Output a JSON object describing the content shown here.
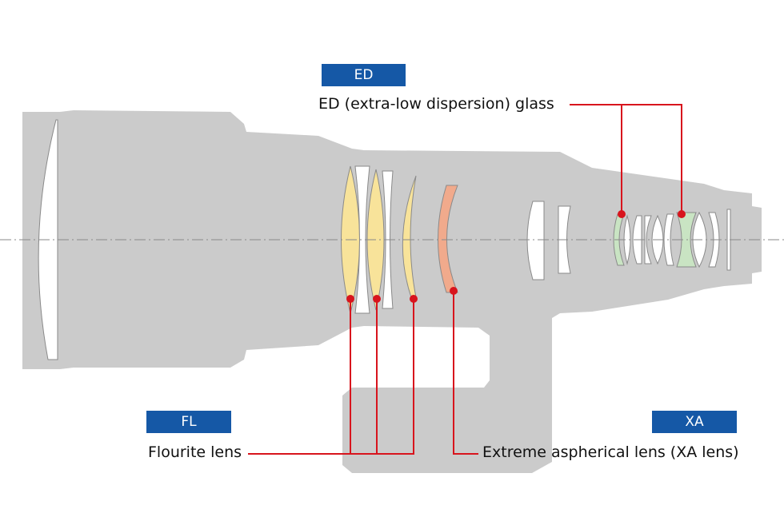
{
  "badges": {
    "ed": "ED",
    "fl": "FL",
    "xa": "XA"
  },
  "labels": {
    "ed_glass": "ED (extra-low dispersion) glass",
    "fluorite": "Flourite lens",
    "xa_lens": "Extreme aspherical lens (XA lens)"
  },
  "colors": {
    "badge": "#1558a6",
    "callout": "#d8141d",
    "lens_body": "#cbcbcb",
    "fluorite_glass": "#f8e39a",
    "ed_glass": "#c9e4c3",
    "xa_glass": "#f1aa8c",
    "plain_glass": "#ffffff"
  }
}
